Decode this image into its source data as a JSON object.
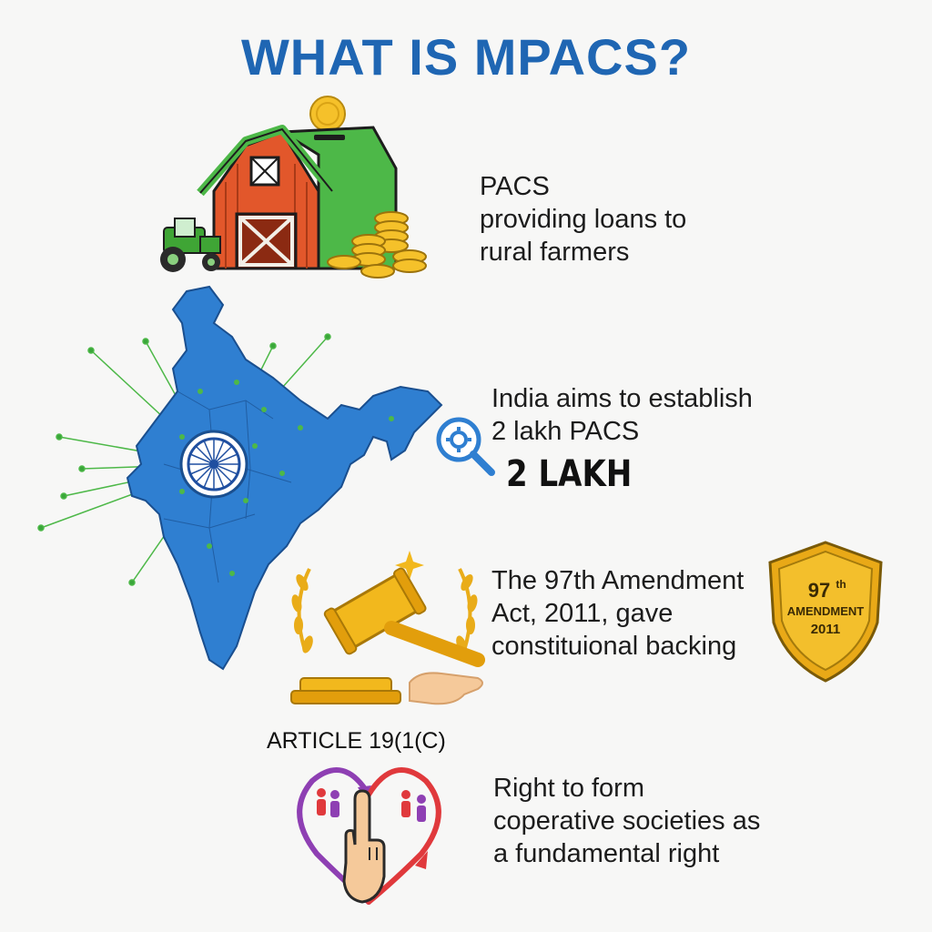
{
  "title": "WHAT IS MPACS?",
  "sections": {
    "pacs": {
      "lines": [
        "PACS",
        "providing loans to",
        "rural farmers"
      ]
    },
    "india": {
      "lines": [
        "India aims to establish",
        "2 lakh PACS"
      ],
      "highlight": "2 LAKH"
    },
    "amendment": {
      "lines": [
        "The 97th Amendment",
        "Act, 2011, gave",
        "constituional backing"
      ],
      "shield": {
        "number": "97",
        "suffix": "th",
        "label": "AMENDMENT",
        "year": "2011"
      }
    },
    "article": {
      "heading": "ARTICLE 19(1(C)",
      "lines": [
        "Right to form",
        "coperative societies as",
        "a fundamental right"
      ]
    }
  },
  "colors": {
    "title": "#1f66b3",
    "map": "#2f7fd1",
    "barn_red": "#e2572b",
    "barn_roof": "#4db848",
    "gold": "#f2b81d"
  },
  "icons": [
    "barn-icon",
    "tractor-icon",
    "coin-stack-icon",
    "india-map-icon",
    "ashoka-chakra-icon",
    "magnifier-gear-icon",
    "gavel-icon",
    "laurel-icon",
    "amendment-shield-icon",
    "heart-people-icon",
    "raised-hand-icon"
  ]
}
